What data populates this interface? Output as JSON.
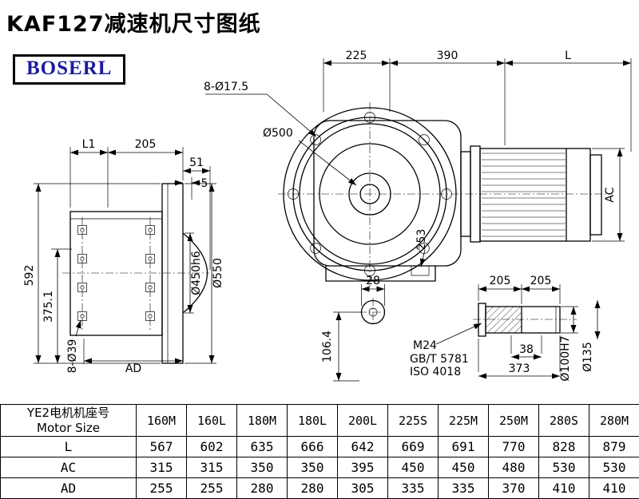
{
  "page": {
    "title": "KAF127减速机尺寸图纸",
    "logo": "BOSERL"
  },
  "views": {
    "front": {
      "dim_225": "225",
      "dim_390": "390",
      "dim_L": "L",
      "label_bolt_holes": "8-Ø17.5",
      "label_flange_dia": "Ø500",
      "dim_AC": "AC",
      "dim_253": "253"
    },
    "side": {
      "dim_L1": "L1",
      "dim_205": "205",
      "dim_51": "51",
      "dim_5": "5",
      "dim_592": "592",
      "dim_375": "375.1",
      "label_holes": "8-Ø39",
      "dim_AD": "AD",
      "label_spigot": "Ø450h6",
      "label_flange": "Ø550"
    },
    "shaft_end": {
      "dim_28": "28",
      "dim_106": "106.4"
    },
    "shaft_detail": {
      "dim_205a": "205",
      "dim_205b": "205",
      "dim_38": "38",
      "dim_373": "373",
      "label_bore": "Ø100H7",
      "label_hub": "Ø135",
      "note_thread": "M24",
      "note_std1": "GB/T 5781",
      "note_std2": "ISO 4018"
    }
  },
  "table": {
    "header": {
      "col0_line1": "YE2电机机座号",
      "col0_line2": "Motor Size",
      "sizes": [
        "160M",
        "160L",
        "180M",
        "180L",
        "200L",
        "225S",
        "225M",
        "250M",
        "280S",
        "280M"
      ]
    },
    "rows": [
      {
        "label": "L",
        "values": [
          "567",
          "602",
          "635",
          "666",
          "642",
          "669",
          "691",
          "770",
          "828",
          "879"
        ]
      },
      {
        "label": "AC",
        "values": [
          "315",
          "315",
          "350",
          "350",
          "395",
          "450",
          "450",
          "480",
          "530",
          "530"
        ]
      },
      {
        "label": "AD",
        "values": [
          "255",
          "255",
          "280",
          "280",
          "305",
          "335",
          "335",
          "370",
          "410",
          "410"
        ]
      }
    ]
  }
}
